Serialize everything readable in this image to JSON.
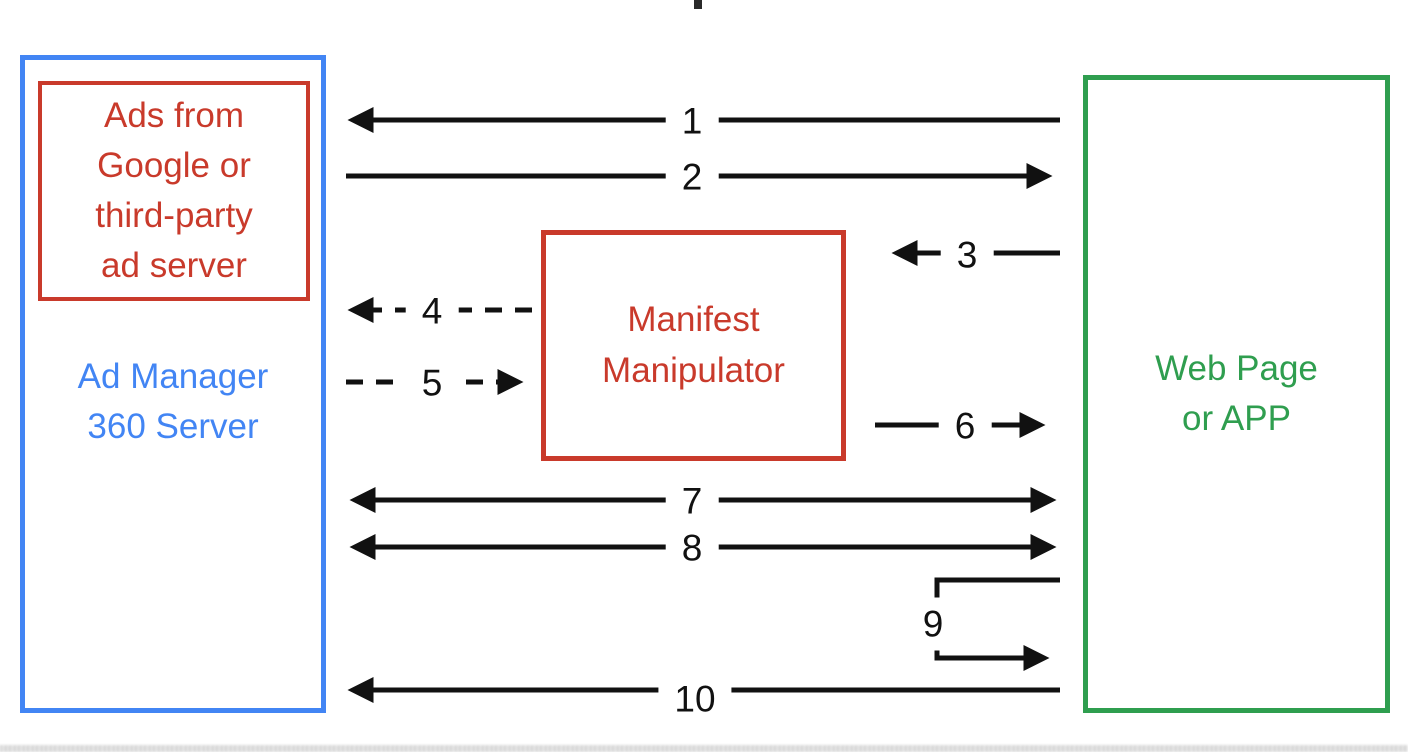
{
  "boxes": {
    "ads_source": {
      "label": "Ads from\nGoogle or\nthird-party\nad server",
      "color": "#c93a2b"
    },
    "ad_manager": {
      "label": "Ad Manager\n360 Server",
      "color": "#4285f4"
    },
    "manifest": {
      "label": "Manifest\nManipulator",
      "color": "#c93a2b"
    },
    "web_page": {
      "label": "Web Page\nor APP",
      "color": "#2f9e4f"
    }
  },
  "arrows": [
    {
      "label": "1",
      "from": "web-page",
      "to": "ad-manager",
      "style": "solid",
      "direction": "left"
    },
    {
      "label": "2",
      "from": "ad-manager",
      "to": "web-page",
      "style": "solid",
      "direction": "right"
    },
    {
      "label": "3",
      "from": "web-page",
      "to": "manifest",
      "style": "solid",
      "direction": "left"
    },
    {
      "label": "4",
      "from": "manifest",
      "to": "ad-manager",
      "style": "dashed",
      "direction": "left"
    },
    {
      "label": "5",
      "from": "ad-manager",
      "to": "manifest",
      "style": "dashed",
      "direction": "right"
    },
    {
      "label": "6",
      "from": "manifest",
      "to": "web-page",
      "style": "solid",
      "direction": "right"
    },
    {
      "label": "7",
      "from": "ad-manager",
      "to": "web-page",
      "style": "solid",
      "direction": "both"
    },
    {
      "label": "8",
      "from": "ad-manager",
      "to": "web-page",
      "style": "solid",
      "direction": "both"
    },
    {
      "label": "9",
      "from": "web-page",
      "to": "web-page",
      "style": "solid",
      "direction": "loop"
    },
    {
      "label": "10",
      "from": "web-page",
      "to": "ad-manager",
      "style": "solid",
      "direction": "left"
    }
  ],
  "colors": {
    "blue": "#4285f4",
    "red": "#c93a2b",
    "green": "#2f9e4f",
    "arrow": "#111111",
    "background": "#ffffff"
  }
}
